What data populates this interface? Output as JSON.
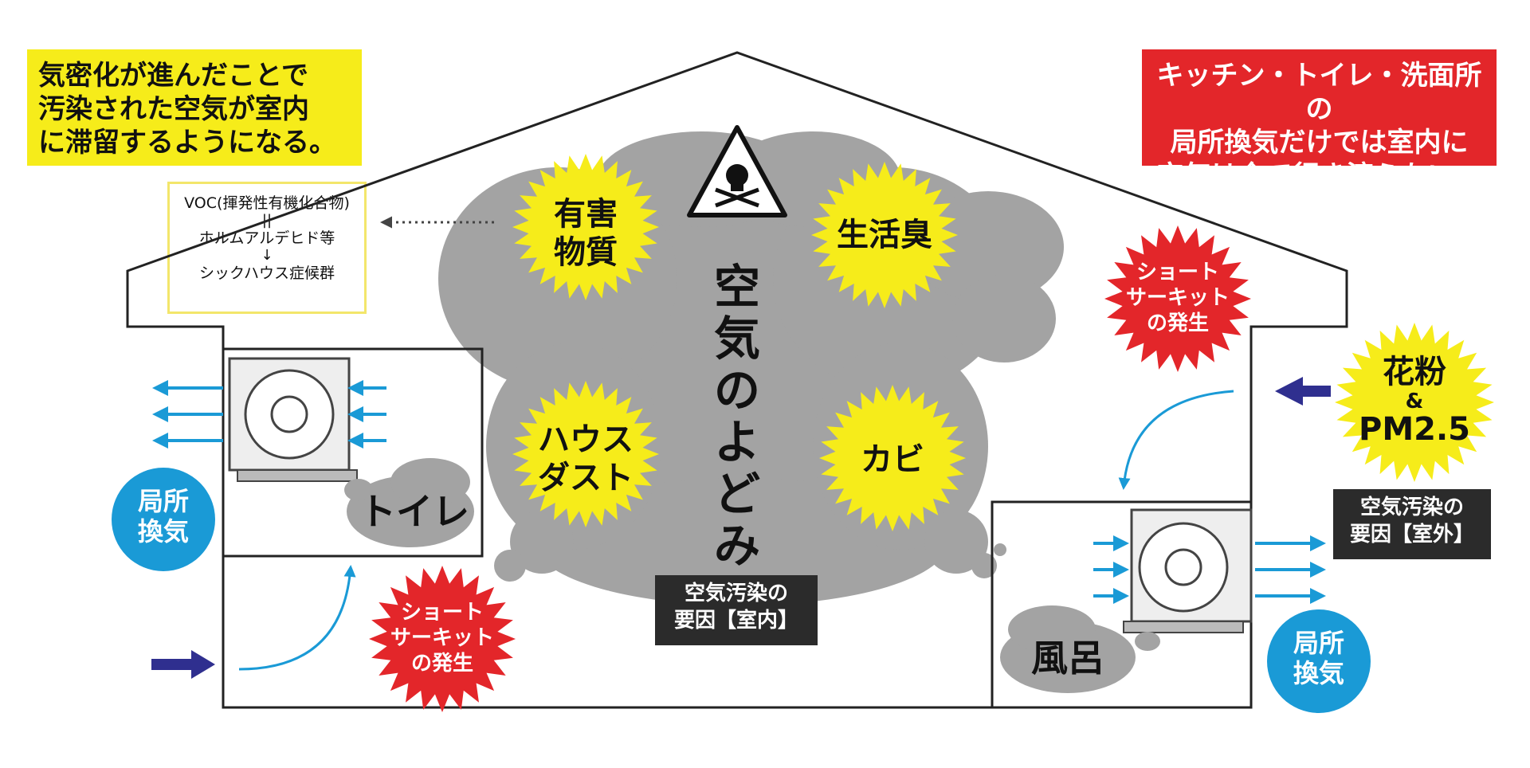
{
  "notes": {
    "airtight": [
      "気密化が進んだことで",
      "汚染された空気が室内",
      "に滞留するようになる。"
    ],
    "local_vent": [
      "キッチン・トイレ・洗面所の",
      "局所換気だけでは室内に",
      "空気は全て行き渡らない。"
    ]
  },
  "voc": {
    "line1": "VOC(揮発性有機化合物)",
    "eq": "||",
    "line2": "ホルムアルデヒド等",
    "arrow": "↓",
    "line3": "シックハウス症候群"
  },
  "center_text": [
    "空",
    "気",
    "の",
    "よ",
    "ど",
    "み"
  ],
  "bursts": {
    "harmful": [
      "有害",
      "物質"
    ],
    "odor": [
      "生活臭"
    ],
    "dust": [
      "ハウス",
      "ダスト"
    ],
    "mold": [
      "カビ"
    ],
    "pollen": [
      "花粉",
      "&",
      "PM2.5"
    ]
  },
  "shortcircuit": [
    "ショート",
    "サーキット",
    "の発生"
  ],
  "rooms": {
    "toilet": "トイレ",
    "bath": "風呂"
  },
  "local_vent_label": [
    "局所",
    "換気"
  ],
  "captions": {
    "indoor": [
      "空気汚染の",
      "要因【室内】"
    ],
    "outdoor": [
      "空気汚染の",
      "要因【室外】"
    ]
  },
  "colors": {
    "yellow": "#f6ec1a",
    "red": "#e3262a",
    "blue": "#1a9ad6",
    "navy": "#2f2f8f",
    "smog": "#a3a3a3",
    "dark": "#2b2b2b"
  }
}
